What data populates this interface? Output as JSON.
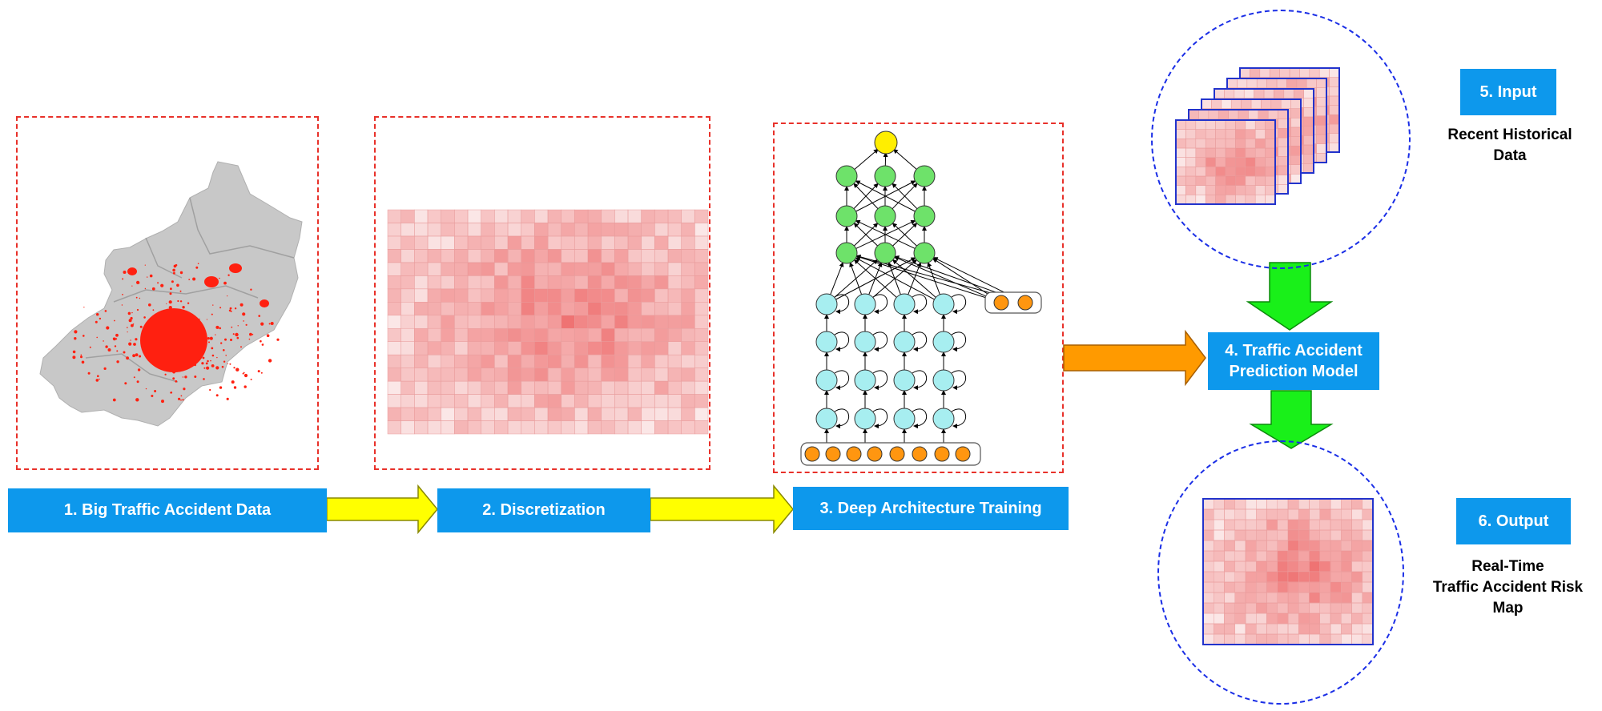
{
  "steps": {
    "s1": "1. Big Traffic Accident Data",
    "s2": "2. Discretization",
    "s3": "3. Deep Architecture Training",
    "s4_line1": "4. Traffic Accident",
    "s4_line2": "Prediction Model",
    "s5": "5. Input",
    "s6": "6. Output"
  },
  "captions": {
    "input_line1": "Recent Historical",
    "input_line2": "Data",
    "output_line1": "Real-Time",
    "output_line2": "Traffic Accident Risk",
    "output_line3": "Map"
  },
  "colors": {
    "step_box": "#0d98ec",
    "panel_border": "#e8312a",
    "circle_border": "#1a2ee6",
    "yellow_arrow": "#ffff00",
    "orange_arrow": "#ff9a00",
    "green_arrow": "#19f019",
    "output_node": "#ffee00",
    "dense_node": "#6ee26a",
    "lstm_node": "#a7eef0",
    "input_node": "#ff9610"
  }
}
